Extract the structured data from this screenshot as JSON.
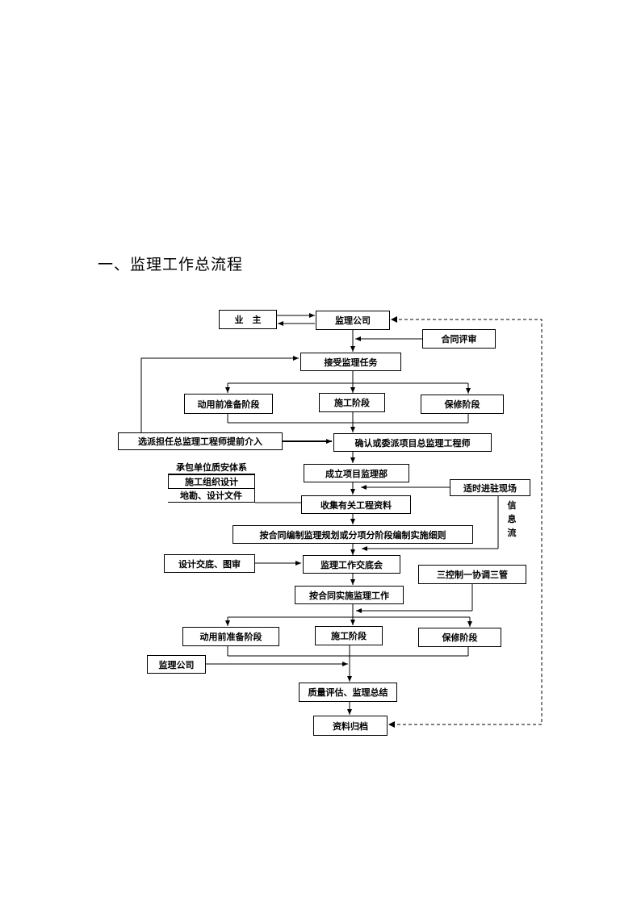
{
  "heading": "一、监理工作总流程",
  "nodes": {
    "owner": "业　主",
    "company_top": "监理公司",
    "contract_review": "合同评审",
    "accept_task": "接受监理任务",
    "pre_stage_1": "动用前准备阶段",
    "construction_stage_1": "施工阶段",
    "warranty_stage_1": "保修阶段",
    "select_chief": "选派担任总监理工程师提前介入",
    "confirm_chief": "确认或委派项目总监理工程师",
    "contractor_quality": "承包单位质安体系",
    "construction_design": "施工组织设计",
    "survey_design": "地勘、设计文件",
    "establish_dept": "成立项目监理部",
    "timely_site": "适时进驻现场",
    "info_flow": "信息流",
    "collect_docs": "收集有关工程资料",
    "prepare_plan": "按合同编制监理规划或分项分阶段编制实施细则",
    "design_review": "设计交底、图审",
    "work_meeting": "监理工作交底会",
    "three_control": "三控制一协调三管",
    "implement": "按合同实施监理工作",
    "pre_stage_2": "动用前准备阶段",
    "construction_stage_2": "施工阶段",
    "warranty_stage_2": "保修阶段",
    "company_bottom": "监理公司",
    "quality_eval": "质量评估、监理总结",
    "archive": "资料归档"
  }
}
